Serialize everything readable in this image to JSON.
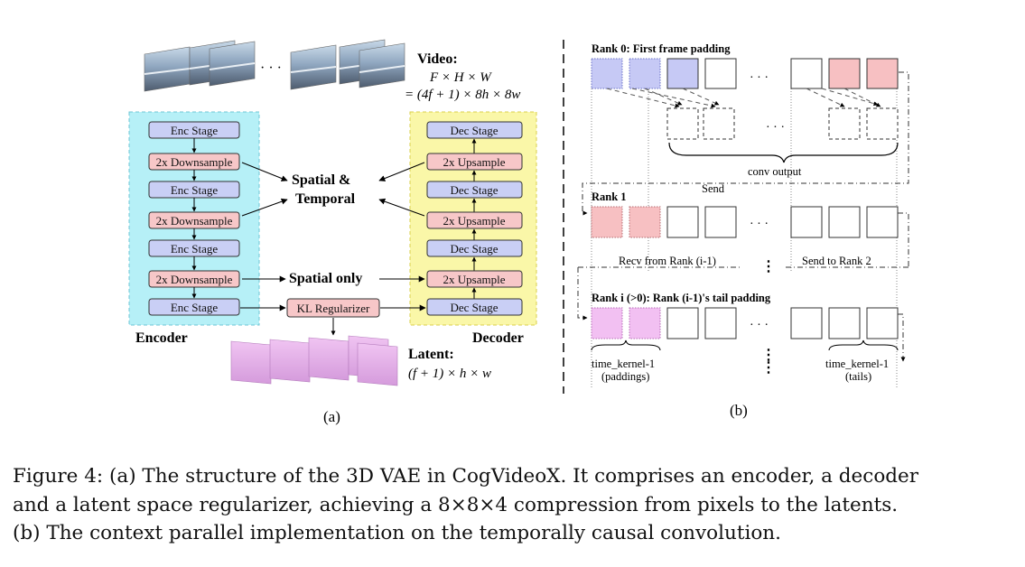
{
  "panel_a": {
    "video_title": "Video:",
    "video_dims": "F × H × W",
    "video_formula": "= (4f + 1) × 8h × 8w",
    "ellipsis": "· · ·",
    "encoder_stages": [
      "Enc Stage",
      "2x Downsample",
      "Enc Stage",
      "2x Downsample",
      "Enc Stage",
      "2x Downsample",
      "Enc Stage"
    ],
    "decoder_stages": [
      "Dec Stage",
      "2x Upsample",
      "Dec Stage",
      "2x Upsample",
      "Dec Stage",
      "2x Upsample",
      "Dec Stage"
    ],
    "spatial_temporal_1": "Spatial  &",
    "spatial_temporal_2": "Temporal",
    "spatial_only": "Spatial only",
    "kl_regularizer": "KL Regularizer",
    "encoder_label": "Encoder",
    "decoder_label": "Decoder",
    "latent_title": "Latent:",
    "latent_formula": "(f + 1) × h × w",
    "sublabel": "(a)",
    "colors": {
      "encoder_bg": "#b6f0f7",
      "decoder_bg": "#faf7a8",
      "stage": "#c9cff5",
      "sample": "#f7c7c8",
      "latent": "#e9b6ee"
    }
  },
  "panel_b": {
    "rank0_title": "Rank 0: First frame padding",
    "conv_output": "conv output",
    "send": "Send",
    "rank1_title": "Rank 1",
    "recv": "Recv from Rank (i-1)",
    "send_to": "Send to Rank 2",
    "ranki_title": "Rank i (>0): Rank (i-1)'s tail padding",
    "time_kernel_left": "time_kernel-1",
    "paddings": "(paddings)",
    "time_kernel_right": "time_kernel-1",
    "tails": "(tails)",
    "dots_h": "· · ·",
    "sublabel": "(b)",
    "colors": {
      "blue": "#c6c9f5",
      "red": "#f7c0c2",
      "pink": "#f2c0f2"
    }
  },
  "caption": {
    "line1": "Figure 4: (a) The structure of the 3D VAE in CogVideoX. It comprises an encoder, a decoder",
    "line2": "and a latent space regularizer, achieving a 8×8×4 compression from pixels to the latents.",
    "line3": "(b) The context parallel implementation on the temporally causal convolution."
  }
}
